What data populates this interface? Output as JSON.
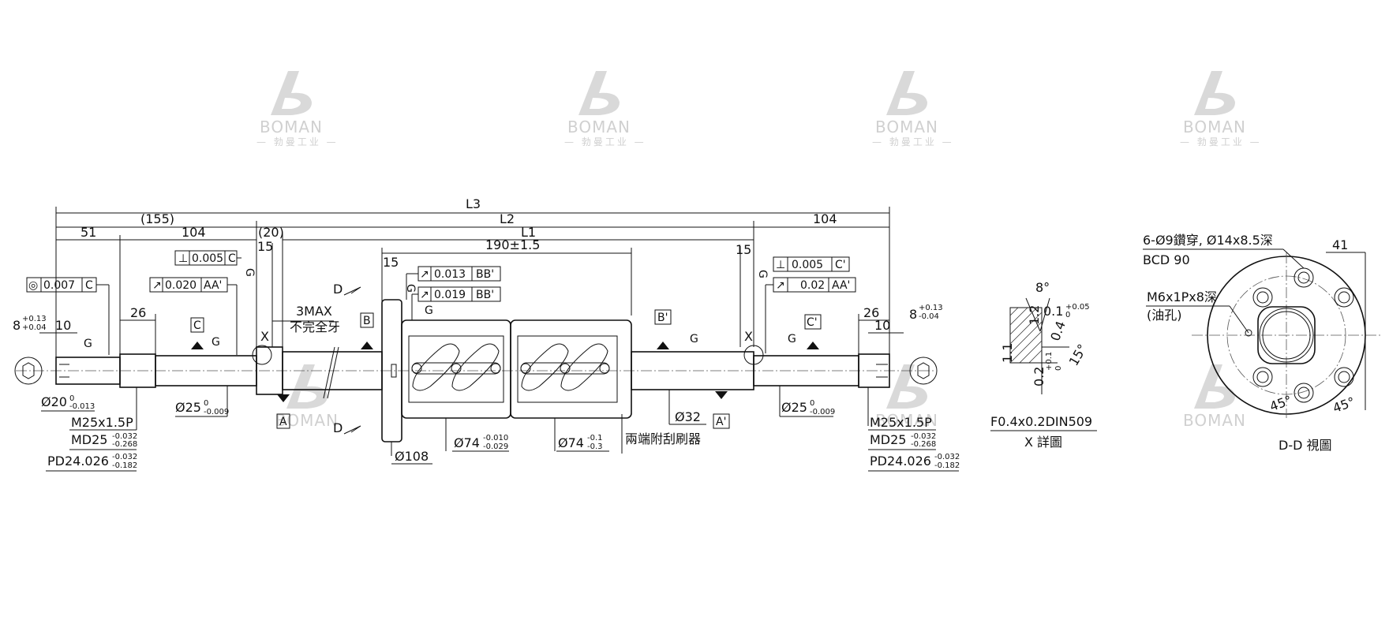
{
  "watermark": {
    "brand": "BOMAN",
    "sub": "— 勃曼工业 —"
  },
  "main": {
    "L3": "L3",
    "L2": "L2",
    "L1": "L1",
    "d155": "(155)",
    "d104L": "104",
    "d104R": "104",
    "d51": "51",
    "d20": "(20)",
    "d15a": "15",
    "d15b": "15",
    "d15c": "15",
    "d190": "190±1.5",
    "d26L": "26",
    "d26R": "26",
    "d10L": "10",
    "d10R": "10",
    "d8L": "8",
    "d8Ltol_up": "+0.13",
    "d8Ltol_lo": "+0.04",
    "d8R": "8",
    "d8Rtol_up": "+0.13",
    "d8Rtol_lo": "-0.04",
    "g": "G",
    "X": "X",
    "three_max": "3MAX",
    "incomplete_thread": "不完全牙",
    "D": "D",
    "datumA": "A",
    "datumB": "B",
    "datumBp": "B'",
    "datumAp": "A'",
    "datumC": "C",
    "datumCp": "C'",
    "tolL1_val": "0.005",
    "tolL1_ref": "C",
    "tolL2_val": "0.020",
    "tolL2_ref": "AA'",
    "tolL3_val": "0.007",
    "tolL3_ref": "C",
    "tolM1_val": "0.013",
    "tolM1_ref": "BB'",
    "tolM2_val": "0.019",
    "tolM2_ref": "BB'",
    "tolR1_val": "0.005",
    "tolR1_ref": "C'",
    "tolR2_val": "0.02",
    "tolR2_ref": "AA'",
    "d20dia": "Ø20",
    "d20up": "0",
    "d20lo": "-0.013",
    "d25dia_L": "Ø25",
    "d25L_up": "0",
    "d25L_lo": "-0.009",
    "d25dia_R": "Ø25",
    "d25R_up": "0",
    "d25R_lo": "-0.009",
    "thread_L": "M25x1.5P",
    "md_L": "MD25",
    "md_L_up": "-0.032",
    "md_L_lo": "-0.268",
    "pd_L": "PD24.026",
    "pd_L_up": "-0.032",
    "pd_L_lo": "-0.182",
    "thread_R": "M25x1.5P",
    "md_R": "MD25",
    "md_R_up": "-0.032",
    "md_R_lo": "-0.268",
    "pd_R": "PD24.026",
    "pd_R_up": "-0.032",
    "pd_R_lo": "-0.182",
    "d108": "Ø108",
    "d74a": "Ø74",
    "d74a_up": "-0.010",
    "d74a_lo": "-0.029",
    "d74b": "Ø74",
    "d74b_up": "-0.1",
    "d74b_lo": "-0.3",
    "wiper": "兩端附刮刷器",
    "d32": "Ø32"
  },
  "detailX": {
    "angle8": "8°",
    "v01": "0.1",
    "v01_up": "+0.05",
    "v01_lo": "0",
    "v11": "1.1",
    "v12": "1.2",
    "v04": "0.4",
    "v02": "0.2",
    "v02_up": "+0.1",
    "v02_lo": "0",
    "angle15": "15°",
    "note": "F0.4x0.2DIN509",
    "title": "X 詳圖"
  },
  "sectionD": {
    "holes": "6-Ø9鑽穿, Ø14x8.5深",
    "bcd": "BCD 90",
    "tap": "M6x1Px8深",
    "oil": "(油孔)",
    "d41": "41",
    "a45L": "45°",
    "a45R": "45°",
    "title": "D-D 視圖"
  }
}
